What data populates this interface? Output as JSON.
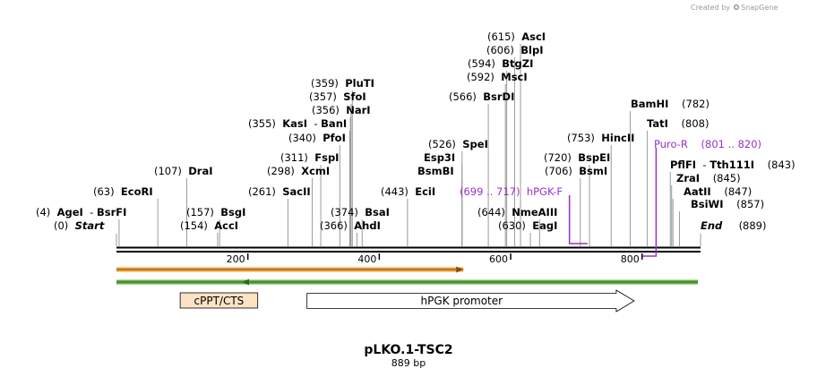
{
  "credit": {
    "prefix": "Created by",
    "brand": "SnapGene"
  },
  "plasmid": {
    "name": "pLKO.1-TSC2",
    "size_label": "889 bp",
    "length": 889
  },
  "scale": {
    "ticks": [
      {
        "value": 200,
        "label": "200"
      },
      {
        "value": 400,
        "label": "400"
      },
      {
        "value": 600,
        "label": "600"
      },
      {
        "value": 800,
        "label": "800"
      }
    ]
  },
  "ends": [
    {
      "text": "Start",
      "pos_text": "(0)",
      "bp": 0
    },
    {
      "text": "End",
      "pos_text": "(889)",
      "bp": 889
    }
  ],
  "sites": [
    {
      "name": "AgeI",
      "extra": "BsrFI",
      "pos_text": "(4)",
      "bp": 4
    },
    {
      "name": "EcoRI",
      "pos_text": "(63)",
      "bp": 63
    },
    {
      "name": "DraI",
      "pos_text": "(107)",
      "bp": 107
    },
    {
      "name": "AccI",
      "pos_text": "(154)",
      "bp": 154
    },
    {
      "name": "BsgI",
      "pos_text": "(157)",
      "bp": 157
    },
    {
      "name": "SacII",
      "pos_text": "(261)",
      "bp": 261
    },
    {
      "name": "XcmI",
      "pos_text": "(298)",
      "bp": 298
    },
    {
      "name": "FspI",
      "pos_text": "(311)",
      "bp": 311
    },
    {
      "name": "PfoI",
      "pos_text": "(340)",
      "bp": 340
    },
    {
      "name": "KasI",
      "extra": "BanI",
      "pos_text": "(355)",
      "bp": 355
    },
    {
      "name": "NarI",
      "pos_text": "(356)",
      "bp": 356
    },
    {
      "name": "SfoI",
      "pos_text": "(357)",
      "bp": 357
    },
    {
      "name": "PluTI",
      "pos_text": "(359)",
      "bp": 359
    },
    {
      "name": "AhdI",
      "pos_text": "(366)",
      "bp": 366
    },
    {
      "name": "BsaI",
      "pos_text": "(374)",
      "bp": 374
    },
    {
      "name": "EciI",
      "pos_text": "(443)",
      "bp": 443
    },
    {
      "name": "BsmBI",
      "bp": 526
    },
    {
      "name": "Esp3I",
      "bp": 526
    },
    {
      "name": "SpeI",
      "pos_text": "(526)",
      "bp": 526
    },
    {
      "name": "BsrDI",
      "pos_text": "(566)",
      "bp": 566
    },
    {
      "name": "MscI",
      "pos_text": "(592)",
      "bp": 592
    },
    {
      "name": "BtgZI",
      "pos_text": "(594)",
      "bp": 594
    },
    {
      "name": "BlpI",
      "pos_text": "(606)",
      "bp": 606
    },
    {
      "name": "AscI",
      "pos_text": "(615)",
      "bp": 615
    },
    {
      "name": "EagI",
      "pos_text": "(630)",
      "bp": 630
    },
    {
      "name": "NmeAIII",
      "pos_text": "(644)",
      "bp": 644
    },
    {
      "name": "BsmI",
      "pos_text": "(706)",
      "bp": 706
    },
    {
      "name": "BspEI",
      "pos_text": "(720)",
      "bp": 720
    },
    {
      "name": "HincII",
      "pos_text": "(753)",
      "bp": 753
    },
    {
      "name": "BamHI",
      "pos_text": "(782)",
      "bp": 782
    },
    {
      "name": "TatI",
      "pos_text": "(808)",
      "bp": 808
    },
    {
      "name": "PflFI",
      "extra": "Tth111I",
      "pos_text": "(843)",
      "bp": 843
    },
    {
      "name": "ZraI",
      "pos_text": "(845)",
      "bp": 845
    },
    {
      "name": "AatII",
      "pos_text": "(847)",
      "bp": 847
    },
    {
      "name": "BsiWI",
      "pos_text": "(857)",
      "bp": 857
    }
  ],
  "primers": [
    {
      "name": "hPGK-F",
      "range_text": "(699 .. 717)",
      "start": 699,
      "end": 717,
      "strand": "forward",
      "color": "#9b30c8"
    },
    {
      "name": "Puro-R",
      "range_text": "(801 .. 820)",
      "start": 801,
      "end": 820,
      "strand": "reverse",
      "color": "#9b30c8"
    }
  ],
  "tracks": [
    {
      "start": 0,
      "end": 528,
      "color": "#f0a63a",
      "arrow_color": "#8b4a10",
      "direction": "forward"
    },
    {
      "start": 0,
      "end": 889,
      "color": "#6ab04c",
      "arrow_color": "#2e6b12",
      "direction": "reverse"
    }
  ],
  "features": [
    {
      "name": "cPPT/CTS",
      "start": 97,
      "end": 215,
      "type": "box",
      "fill": "#fde3c4"
    },
    {
      "name": "hPGK promoter",
      "start": 290,
      "end": 788,
      "type": "arrow",
      "fill": "#ffffff"
    }
  ]
}
